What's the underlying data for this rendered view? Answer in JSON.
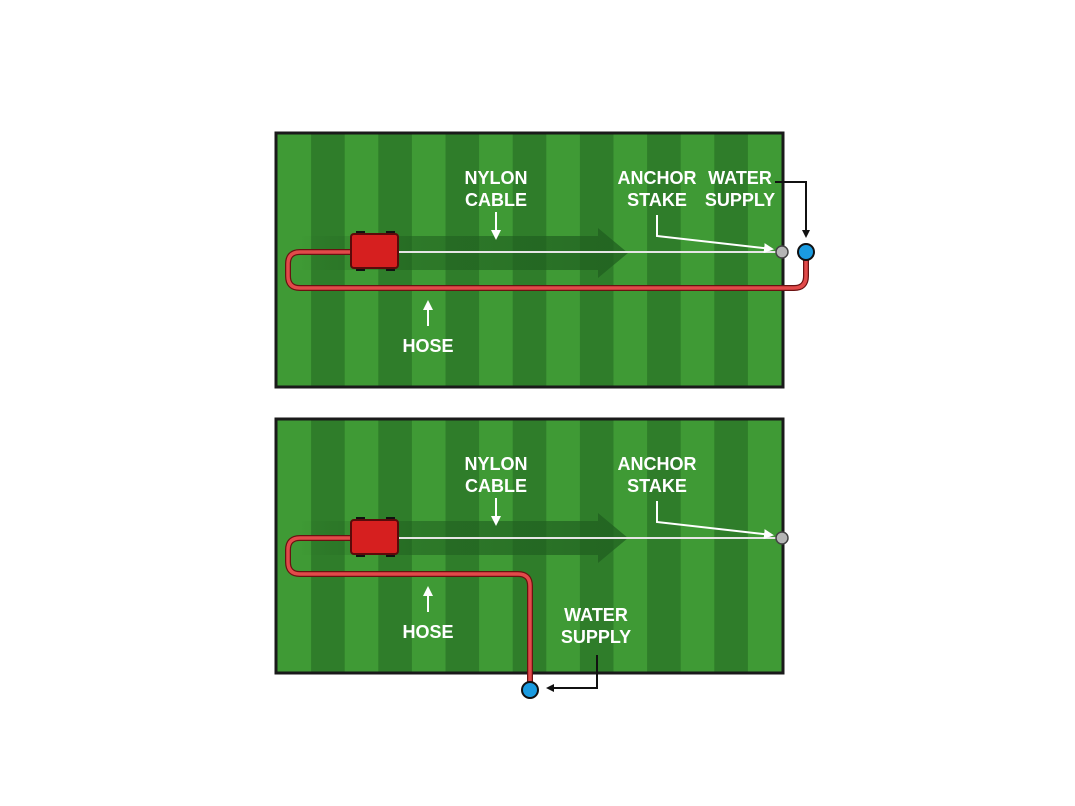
{
  "diagrams": [
    {
      "labels": {
        "nylon_1": "NYLON",
        "nylon_2": "CABLE",
        "anchor_1": "ANCHOR",
        "anchor_2": "STAKE",
        "water_1": "WATER",
        "water_2": "SUPPLY",
        "hose": "HOSE"
      }
    },
    {
      "labels": {
        "nylon_1": "NYLON",
        "nylon_2": "CABLE",
        "anchor_1": "ANCHOR",
        "anchor_2": "STAKE",
        "water_1": "WATER",
        "water_2": "SUPPLY",
        "hose": "HOSE"
      }
    }
  ],
  "colors": {
    "lawn_light": "#3f9a35",
    "lawn_dark": "#2f7d2a",
    "border": "#1a1a1a",
    "mower": "#d61f1f",
    "hose": "#d8262a",
    "cable": "#e6e6e6",
    "water_supply": "#1a9be0",
    "anchor_stake": "#b5b5b5",
    "direction_arrow": "#1f5e1f",
    "callout_line": "#ffffff",
    "outside_line": "#111111"
  }
}
